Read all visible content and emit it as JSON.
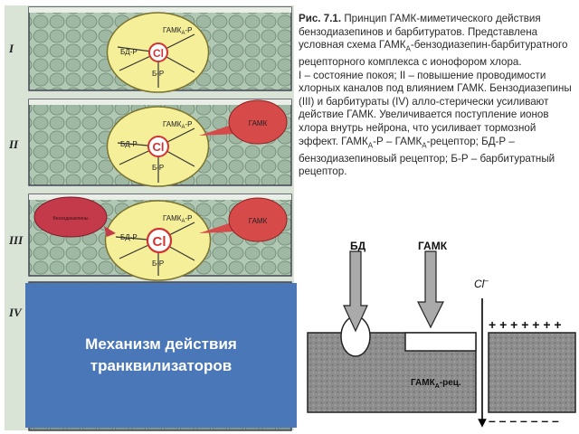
{
  "slide": {
    "title": "Механизм действия\nтранквилизаторов"
  },
  "caption": {
    "title": "Рис. 7.1.",
    "text": "Принцип ГАМК-миметического действия бензодиазепинов и барбитуратов. Представлена условная схема ГАМК",
    "sub_a1": "А",
    "text2": "-бензодиазепин-барбитуратного рецепторного комплекса с ионофором хлора.",
    "legend_1": "I – состояние покоя; II – повышение проводимости хлорных каналов под влиянием ГАМК. Бензодиазепины (III) и барбитураты (IV) алло-стерически усиливают действие ГАМК. Увеличивается поступление ионов хлора внутрь нейрона, что усиливает тормозной эффект. ГАМК",
    "sub_a2": "А",
    "legend_2": "-Р – ГАМК",
    "sub_a3": "А",
    "legend_3": "-рецептор; БД-Р – бензодиазепиновый рецептор; Б-Р – барбитуратный рецептор."
  },
  "panels": {
    "roman": [
      "I",
      "II",
      "III",
      "IV"
    ],
    "receptor_labels": {
      "gaba_r": "ГАМК",
      "gaba_r_sub": "А",
      "gaba_r_suffix": "-Р",
      "bd_r": "БД-Р",
      "b_r": "Б-Р",
      "cl": "Cl"
    },
    "gaba": "ГАМК",
    "benzo": "Бензодиазепины"
  },
  "bottom_diagram": {
    "bd_label": "БД",
    "gaba_label": "ГАМК",
    "cl_label": "Cl",
    "cl_sup": "–",
    "receptor_label": "ГАМК",
    "receptor_sub": "А",
    "receptor_suffix": "-рец.",
    "plus_signs": "+ + + + + + +",
    "minus_signs": "– – – – – – –"
  },
  "colors": {
    "slide_bg": "#ffffff",
    "title_box": "#4a77b7",
    "membrane_bg": "#b0c8b4",
    "cell": "#9fb8a3",
    "receptor_yellow": "#f6ef9a",
    "ligand_red": "#d64a4a",
    "cl_red": "#d23333"
  }
}
